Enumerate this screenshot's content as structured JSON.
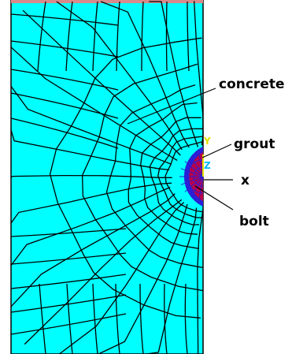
{
  "colors": {
    "concrete": "#00ffff",
    "mesh_lines": "#000000",
    "grout": "#2a1fd6",
    "bolt": "#b8004a",
    "top_edge": "#d98a8a",
    "axis_y": "#e0e000",
    "axis_z": "#00b7ff",
    "label": "#000000"
  },
  "labels": {
    "concrete": "concrete",
    "grout": "grout",
    "x": "x",
    "bolt": "bolt"
  },
  "axes": {
    "y": "Y",
    "z": "Z"
  }
}
